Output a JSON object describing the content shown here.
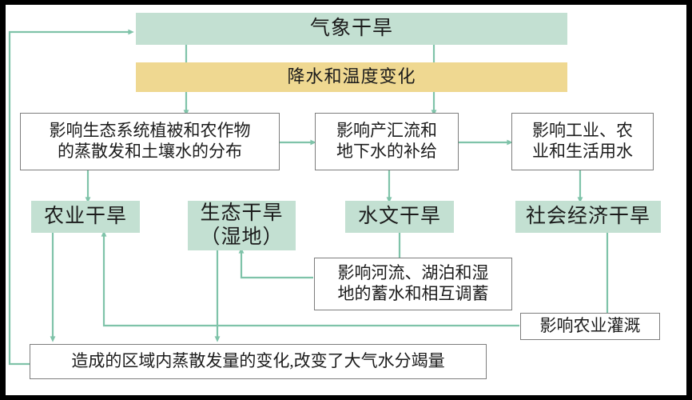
{
  "diagram": {
    "title_text": "气象干旱",
    "colors": {
      "green_fill": "#c3e0d2",
      "yellow_fill": "#efd891",
      "box_border": "#7d7d7d",
      "arrow": "#7fc3a9",
      "frame": "#000000",
      "text": "#1b1b1b"
    },
    "nodes": {
      "meteorological_drought": "气象干旱",
      "precip_temp_change": "降水和温度变化",
      "effect_ecosystem": "影响生态系统植被和农作物\n的蒸散发和土壤水的分布",
      "effect_ecosystem_line1": "影响生态系统植被和农作物",
      "effect_ecosystem_line2": "的蒸散发和土壤水的分布",
      "effect_runoff_line1": "影响产汇流和",
      "effect_runoff_line2": "地下水的补给",
      "effect_industry_line1": "影响工业、农",
      "effect_industry_line2": "业和生活用水",
      "agricultural_drought": "农业干旱",
      "ecological_drought_line1": "生态干旱",
      "ecological_drought_line2": "（湿地）",
      "hydrological_drought": "水文干旱",
      "socioeconomic_drought": "社会经济干旱",
      "effect_rivers_line1": "影响河流、湖泊和湿",
      "effect_rivers_line2": "地的蓄水和相互调蓄",
      "effect_irrigation": "影响农业灌溉",
      "bottom_summary": "造成的区域内蒸散发量的变化,改变了大气水分竭量"
    }
  }
}
